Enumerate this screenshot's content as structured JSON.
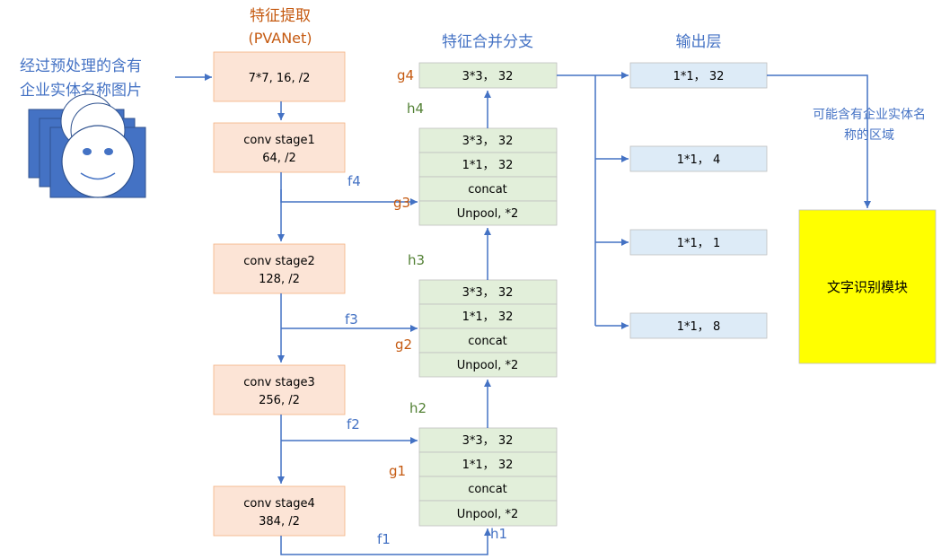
{
  "input": {
    "label_line1": "经过预处理的含有",
    "label_line2": "企业实体名称图片"
  },
  "feature_extraction": {
    "title": "特征提取",
    "subtitle": "(PVANet)",
    "blocks": [
      {
        "line1": "7*7, 16, /2",
        "line2": ""
      },
      {
        "line1": "conv stage1",
        "line2": "64, /2"
      },
      {
        "line1": "conv stage2",
        "line2": "128, /2"
      },
      {
        "line1": "conv stage3",
        "line2": "256, /2"
      },
      {
        "line1": "conv stage4",
        "line2": "384, /2"
      }
    ]
  },
  "merge_branch": {
    "title": "特征合并分支",
    "top_block": "3*3，  32",
    "groups": [
      {
        "rows": [
          "3*3，  32",
          "1*1，  32",
          "concat",
          "Unpool, *2"
        ]
      },
      {
        "rows": [
          "3*3，  32",
          "1*1，  32",
          "concat",
          "Unpool, *2"
        ]
      },
      {
        "rows": [
          "3*3，  32",
          "1*1，  32",
          "concat",
          "Unpool, *2"
        ]
      }
    ]
  },
  "output_layer": {
    "title": "输出层",
    "blocks": [
      "1*1，  32",
      "1*1，  4",
      "1*1，  1",
      "1*1，  8"
    ]
  },
  "labels": {
    "f1": "f1",
    "f2": "f2",
    "f3": "f3",
    "f4": "f4",
    "g1": "g1",
    "g2": "g2",
    "g3": "g3",
    "g4": "g4",
    "h1": "h1",
    "h2": "h2",
    "h3": "h3",
    "h4": "h4"
  },
  "annotation": {
    "line1": "可能含有企业实体名",
    "line2": "称的区域"
  },
  "recognition_module": {
    "label": "文字识别模块"
  },
  "colors": {
    "orange_fill": "#fce4d6",
    "orange_title": "#c55a11",
    "green_fill": "#e2efda",
    "green_text": "#538135",
    "blue_fill": "#ddebf7",
    "blue_title": "#4472c4",
    "arrow": "#4472c4",
    "yellow": "#ffff00",
    "border": "#bfbfbf"
  }
}
